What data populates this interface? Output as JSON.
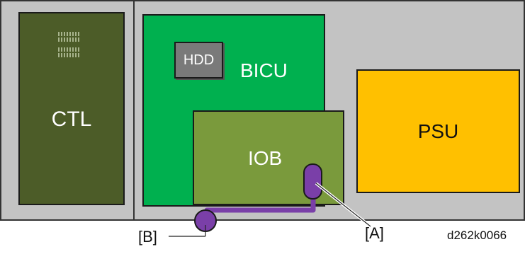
{
  "boards": {
    "ctl": {
      "label": "CTL"
    },
    "bicu": {
      "label": "BICU"
    },
    "hdd": {
      "label": "HDD"
    },
    "iob": {
      "label": "IOB"
    },
    "psu": {
      "label": "PSU"
    }
  },
  "callouts": {
    "a": "[A]",
    "b": "[B]"
  },
  "figure_code": "d262k0066",
  "colors": {
    "chassis": "#c3c3c3",
    "ctl": "#4c5c28",
    "bicu": "#00b04f",
    "iob": "#7a9a3c",
    "hdd": "#7a7a7a",
    "psu": "#ffc000",
    "cable": "#7a3fa8"
  }
}
